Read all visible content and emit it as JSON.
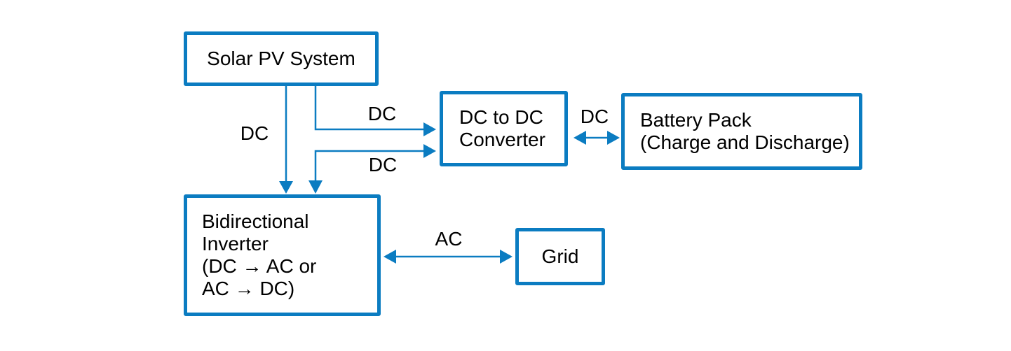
{
  "diagram": {
    "boxes": {
      "solar_pv": {
        "label": "Solar PV System"
      },
      "dc_dc_converter": {
        "lines": [
          "DC to DC",
          "Converter"
        ]
      },
      "battery_pack": {
        "lines": [
          "Battery Pack",
          "(Charge and Discharge)"
        ]
      },
      "bidirectional_inverter": {
        "lines": [
          "Bidirectional",
          "Inverter",
          "(DC → AC or",
          "AC → DC)"
        ]
      },
      "grid": {
        "label": "Grid"
      }
    },
    "connection_labels": {
      "solar_to_inverter": "DC",
      "solar_to_converter": "DC",
      "converter_to_inverter": "DC",
      "converter_to_battery": "DC",
      "inverter_to_grid": "AC"
    },
    "colors": {
      "line": "#0b7cc1",
      "text": "#000000",
      "background": "#ffffff"
    }
  }
}
